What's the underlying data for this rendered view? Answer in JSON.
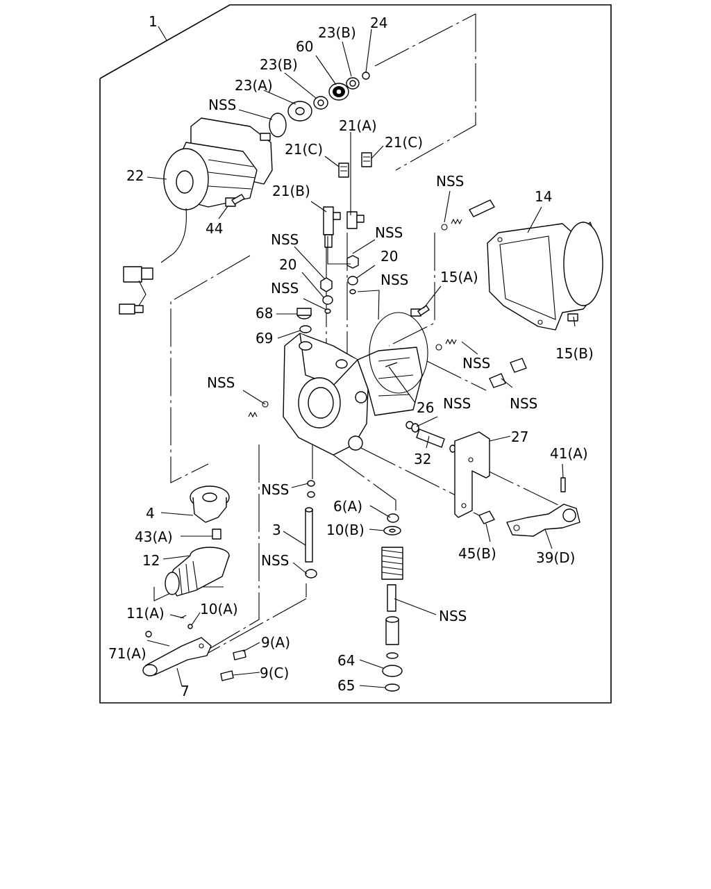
{
  "callouts": [
    {
      "id": "c1",
      "text": "1"
    },
    {
      "id": "c24",
      "text": "24"
    },
    {
      "id": "c23b1",
      "text": "23(B)"
    },
    {
      "id": "c60",
      "text": "60"
    },
    {
      "id": "c23b2",
      "text": "23(B)"
    },
    {
      "id": "c23a",
      "text": "23(A)"
    },
    {
      "id": "cnss1",
      "text": "NSS"
    },
    {
      "id": "c21a",
      "text": "21(A)"
    },
    {
      "id": "c21c1",
      "text": "21(C)"
    },
    {
      "id": "c21c2",
      "text": "21(C)"
    },
    {
      "id": "c22",
      "text": "22"
    },
    {
      "id": "c21b",
      "text": "21(B)"
    },
    {
      "id": "c44",
      "text": "44"
    },
    {
      "id": "cnss2",
      "text": "NSS"
    },
    {
      "id": "c14",
      "text": "14"
    },
    {
      "id": "cnss3",
      "text": "NSS"
    },
    {
      "id": "cnss4",
      "text": "NSS"
    },
    {
      "id": "c20a",
      "text": "20"
    },
    {
      "id": "c20b",
      "text": "20"
    },
    {
      "id": "cnss5",
      "text": "NSS"
    },
    {
      "id": "cnss6",
      "text": "NSS"
    },
    {
      "id": "c15a",
      "text": "15(A)"
    },
    {
      "id": "c68",
      "text": "68"
    },
    {
      "id": "c69",
      "text": "69"
    },
    {
      "id": "c15b",
      "text": "15(B)"
    },
    {
      "id": "cnss7",
      "text": "NSS"
    },
    {
      "id": "cnss8",
      "text": "NSS"
    },
    {
      "id": "cnss9",
      "text": "NSS"
    },
    {
      "id": "c26",
      "text": "26"
    },
    {
      "id": "cnss10",
      "text": "NSS"
    },
    {
      "id": "c27",
      "text": "27"
    },
    {
      "id": "c32",
      "text": "32"
    },
    {
      "id": "c41a",
      "text": "41(A)"
    },
    {
      "id": "cnss11",
      "text": "NSS"
    },
    {
      "id": "c6a",
      "text": "6(A)"
    },
    {
      "id": "c4",
      "text": "4"
    },
    {
      "id": "c10b",
      "text": "10(B)"
    },
    {
      "id": "c3",
      "text": "3"
    },
    {
      "id": "c43a",
      "text": "43(A)"
    },
    {
      "id": "c45b",
      "text": "45(B)"
    },
    {
      "id": "c39d",
      "text": "39(D)"
    },
    {
      "id": "c12",
      "text": "12"
    },
    {
      "id": "cnss12",
      "text": "NSS"
    },
    {
      "id": "cnss13",
      "text": "NSS"
    },
    {
      "id": "c11a",
      "text": "11(A)"
    },
    {
      "id": "c10a",
      "text": "10(A)"
    },
    {
      "id": "c9a",
      "text": "9(A)"
    },
    {
      "id": "c71a",
      "text": "71(A)"
    },
    {
      "id": "c64",
      "text": "64"
    },
    {
      "id": "c9c",
      "text": "9(C)"
    },
    {
      "id": "c65",
      "text": "65"
    },
    {
      "id": "c7",
      "text": "7"
    }
  ]
}
